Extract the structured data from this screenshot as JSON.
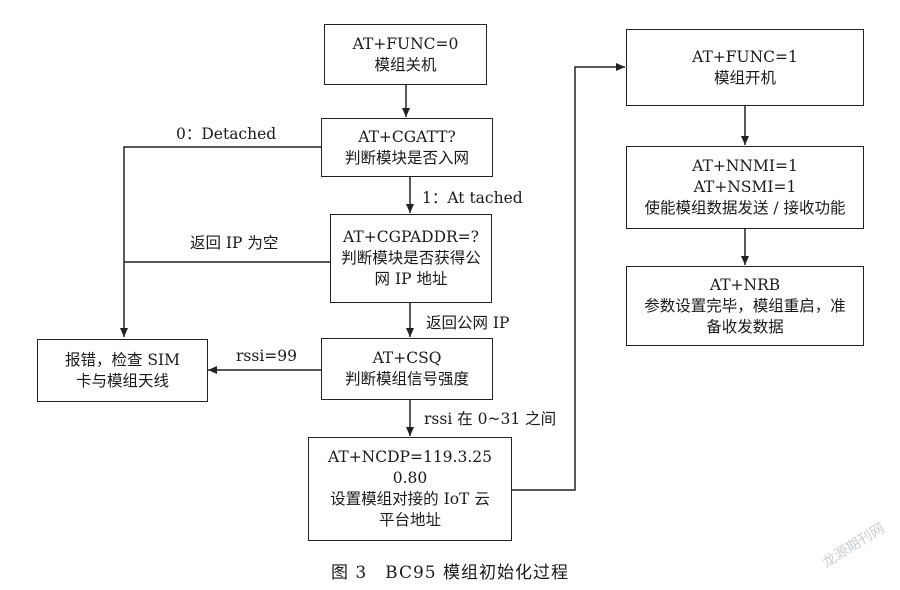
{
  "nodes": {
    "func0": [
      "AT+FUNC=0",
      "模组关机"
    ],
    "cgatt": [
      "AT+CGATT?",
      "判断模块是否入网"
    ],
    "cgpaddr": [
      "AT+CGPADDR=?",
      "判断模块是否获得公",
      "网 IP 地址"
    ],
    "error": [
      "报错，检查 SIM",
      "卡与模组天线"
    ],
    "csq": [
      "AT+CSQ",
      "判断模组信号强度"
    ],
    "ncdp": [
      "AT+NCDP=119.3.25",
      "0.80",
      "设置模组对接的 IoT 云",
      "平台地址"
    ],
    "func1": [
      "AT+FUNC=1",
      "模组开机"
    ],
    "nnmi": [
      "AT+NNMI=1",
      "AT+NSMI=1",
      "使能模组数据发送 / 接收功能"
    ],
    "nrb": [
      "AT+NRB",
      "参数设置完毕，模组重启，准",
      "备收发数据"
    ]
  },
  "edge_labels": {
    "detached": "0：Detached",
    "attached": "1：At tached",
    "ip_empty": "返回 IP 为空",
    "public_ip": "返回公网 IP",
    "rssi99": "rssi=99",
    "rssi_range": "rssi 在 0~31 之间"
  },
  "caption": "图 3　BC95 模组初始化过程",
  "watermark": "龙源期刊网"
}
